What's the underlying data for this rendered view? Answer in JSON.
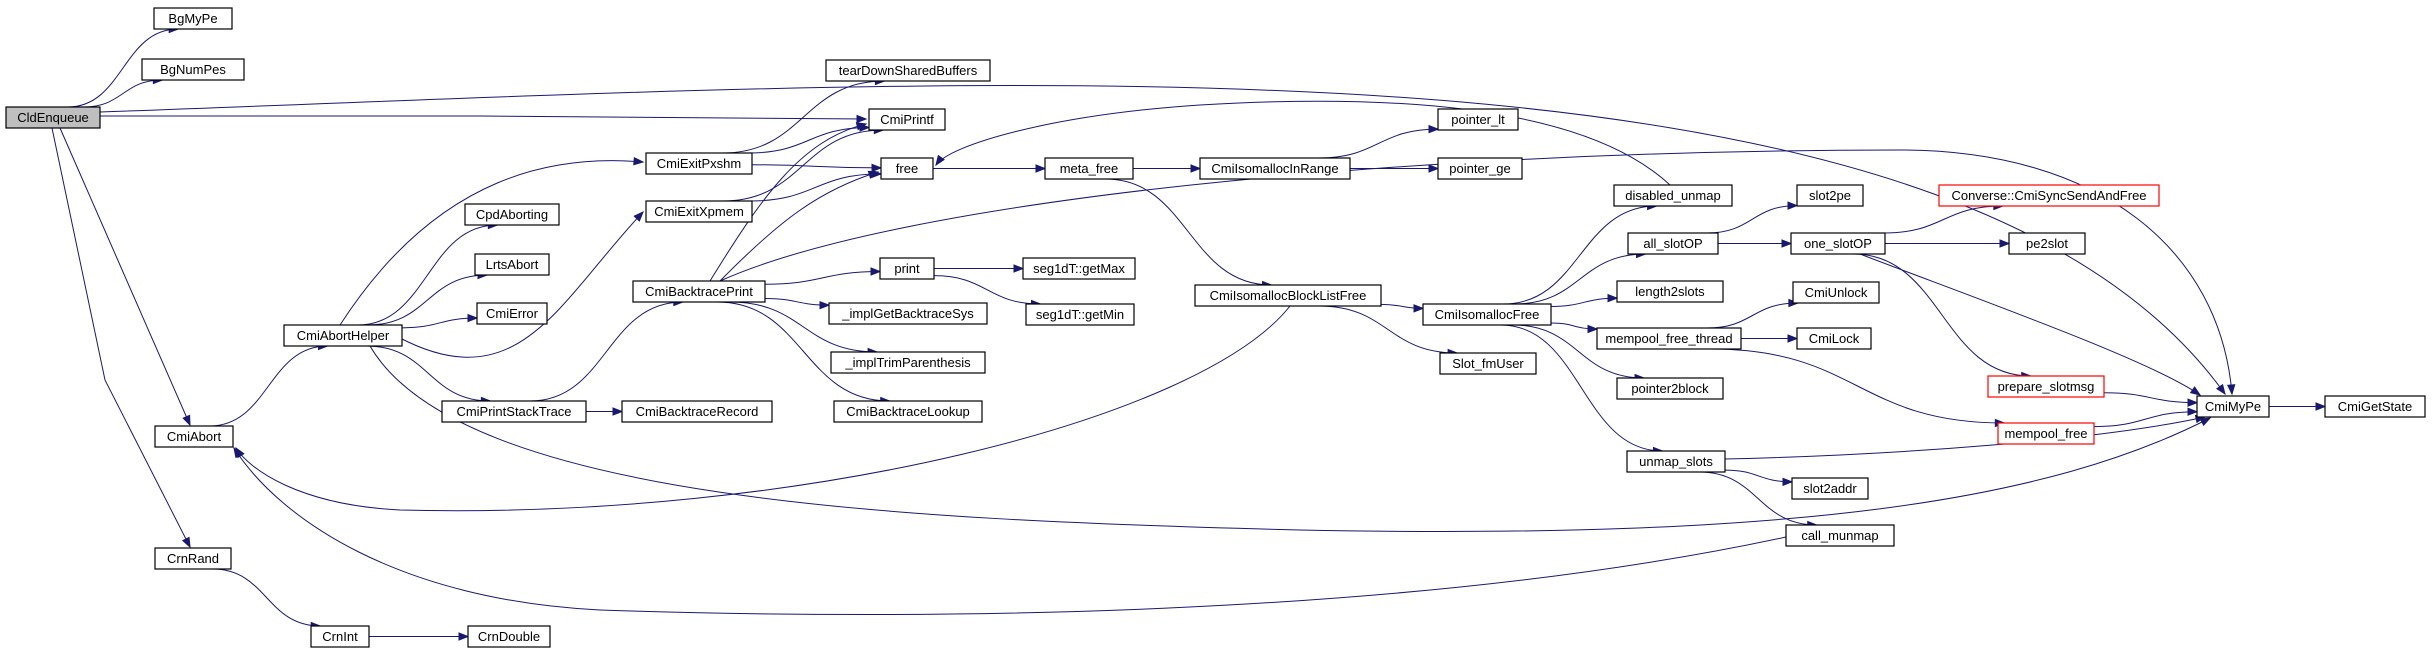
{
  "graph": {
    "root": "CldEnqueue",
    "nodes": [
      {
        "id": "CldEnqueue",
        "label": "CldEnqueue",
        "style": "root"
      },
      {
        "id": "BgMyPe",
        "label": "BgMyPe"
      },
      {
        "id": "BgNumPes",
        "label": "BgNumPes"
      },
      {
        "id": "CmiAbort",
        "label": "CmiAbort"
      },
      {
        "id": "CrnRand",
        "label": "CrnRand"
      },
      {
        "id": "CmiAbortHelper",
        "label": "CmiAbortHelper"
      },
      {
        "id": "CrnInt",
        "label": "CrnInt"
      },
      {
        "id": "CrnDouble",
        "label": "CrnDouble"
      },
      {
        "id": "CpdAborting",
        "label": "CpdAborting"
      },
      {
        "id": "LrtsAbort",
        "label": "LrtsAbort"
      },
      {
        "id": "CmiError",
        "label": "CmiError"
      },
      {
        "id": "CmiExitPxshm",
        "label": "CmiExitPxshm"
      },
      {
        "id": "CmiExitXpmem",
        "label": "CmiExitXpmem"
      },
      {
        "id": "CmiBacktracePrint",
        "label": "CmiBacktracePrint"
      },
      {
        "id": "CmiPrintStackTrace",
        "label": "CmiPrintStackTrace"
      },
      {
        "id": "CmiBacktraceRecord",
        "label": "CmiBacktraceRecord"
      },
      {
        "id": "tearDownSharedBuffers",
        "label": "tearDownSharedBuffers"
      },
      {
        "id": "CmiPrintf",
        "label": "CmiPrintf"
      },
      {
        "id": "free",
        "label": "free"
      },
      {
        "id": "print",
        "label": "print"
      },
      {
        "id": "implGetBacktraceSys",
        "label": "_implGetBacktraceSys"
      },
      {
        "id": "implTrimParenthesis",
        "label": "_implTrimParenthesis"
      },
      {
        "id": "CmiBacktraceLookup",
        "label": "CmiBacktraceLookup"
      },
      {
        "id": "meta_free",
        "label": "meta_free"
      },
      {
        "id": "seg_getMax",
        "label": "seg1dT::getMax"
      },
      {
        "id": "seg_getMin",
        "label": "seg1dT::getMin"
      },
      {
        "id": "CmiIsomallocInRange",
        "label": "CmiIsomallocInRange"
      },
      {
        "id": "pointer_lt",
        "label": "pointer_lt"
      },
      {
        "id": "pointer_ge",
        "label": "pointer_ge"
      },
      {
        "id": "CmiIsomallocBlockListFree",
        "label": "CmiIsomallocBlockListFree"
      },
      {
        "id": "CmiIsomallocFree",
        "label": "CmiIsomallocFree"
      },
      {
        "id": "Slot_fmUser",
        "label": "Slot_fmUser"
      },
      {
        "id": "disabled_unmap",
        "label": "disabled_unmap"
      },
      {
        "id": "all_slotOP",
        "label": "all_slotOP"
      },
      {
        "id": "length2slots",
        "label": "length2slots"
      },
      {
        "id": "mempool_free_thread",
        "label": "mempool_free_thread"
      },
      {
        "id": "pointer2block",
        "label": "pointer2block"
      },
      {
        "id": "unmap_slots",
        "label": "unmap_slots"
      },
      {
        "id": "slot2pe",
        "label": "slot2pe"
      },
      {
        "id": "one_slotOP",
        "label": "one_slotOP"
      },
      {
        "id": "CmiUnlock",
        "label": "CmiUnlock"
      },
      {
        "id": "CmiLock",
        "label": "CmiLock"
      },
      {
        "id": "slot2addr",
        "label": "slot2addr"
      },
      {
        "id": "call_munmap",
        "label": "call_munmap"
      },
      {
        "id": "CmiSyncSendAndFree",
        "label": "Converse::CmiSyncSendAndFree",
        "style": "red"
      },
      {
        "id": "pe2slot",
        "label": "pe2slot"
      },
      {
        "id": "prepare_slotmsg",
        "label": "prepare_slotmsg",
        "style": "red"
      },
      {
        "id": "mempool_free",
        "label": "mempool_free",
        "style": "red"
      },
      {
        "id": "CmiMyPe",
        "label": "CmiMyPe"
      },
      {
        "id": "CmiGetState",
        "label": "CmiGetState"
      }
    ],
    "edges": [
      [
        "CldEnqueue",
        "BgMyPe"
      ],
      [
        "CldEnqueue",
        "BgNumPes"
      ],
      [
        "CldEnqueue",
        "CmiPrintf"
      ],
      [
        "CldEnqueue",
        "CmiAbort"
      ],
      [
        "CldEnqueue",
        "CrnRand"
      ],
      [
        "CldEnqueue",
        "CmiMyPe"
      ],
      [
        "CmiAbort",
        "CmiAbortHelper"
      ],
      [
        "CrnRand",
        "CrnInt"
      ],
      [
        "CrnInt",
        "CrnDouble"
      ],
      [
        "CmiAbortHelper",
        "CmiExitPxshm"
      ],
      [
        "CmiAbortHelper",
        "CpdAborting"
      ],
      [
        "CmiAbortHelper",
        "LrtsAbort"
      ],
      [
        "CmiAbortHelper",
        "CmiError"
      ],
      [
        "CmiAbortHelper",
        "CmiExitXpmem"
      ],
      [
        "CmiAbortHelper",
        "CmiPrintStackTrace"
      ],
      [
        "CmiAbortHelper",
        "CmiMyPe"
      ],
      [
        "CmiExitPxshm",
        "tearDownSharedBuffers"
      ],
      [
        "CmiExitPxshm",
        "CmiPrintf"
      ],
      [
        "CmiExitPxshm",
        "free"
      ],
      [
        "CmiExitXpmem",
        "CmiPrintf"
      ],
      [
        "CmiExitXpmem",
        "free"
      ],
      [
        "CmiPrintStackTrace",
        "CmiBacktracePrint"
      ],
      [
        "CmiPrintStackTrace",
        "CmiBacktraceRecord"
      ],
      [
        "CmiBacktracePrint",
        "CmiPrintf"
      ],
      [
        "CmiBacktracePrint",
        "free"
      ],
      [
        "CmiBacktracePrint",
        "print"
      ],
      [
        "CmiBacktracePrint",
        "implGetBacktraceSys"
      ],
      [
        "CmiBacktracePrint",
        "implTrimParenthesis"
      ],
      [
        "CmiBacktracePrint",
        "CmiBacktraceLookup"
      ],
      [
        "CmiBacktracePrint",
        "CmiMyPe"
      ],
      [
        "print",
        "seg_getMax"
      ],
      [
        "print",
        "seg_getMin"
      ],
      [
        "free",
        "meta_free"
      ],
      [
        "meta_free",
        "CmiIsomallocInRange"
      ],
      [
        "meta_free",
        "CmiIsomallocBlockListFree"
      ],
      [
        "CmiIsomallocInRange",
        "pointer_lt"
      ],
      [
        "CmiIsomallocInRange",
        "pointer_ge"
      ],
      [
        "CmiIsomallocBlockListFree",
        "CmiIsomallocFree"
      ],
      [
        "CmiIsomallocBlockListFree",
        "Slot_fmUser"
      ],
      [
        "CmiIsomallocBlockListFree",
        "CmiAbort"
      ],
      [
        "CmiIsomallocFree",
        "disabled_unmap"
      ],
      [
        "CmiIsomallocFree",
        "all_slotOP"
      ],
      [
        "CmiIsomallocFree",
        "length2slots"
      ],
      [
        "CmiIsomallocFree",
        "mempool_free_thread"
      ],
      [
        "CmiIsomallocFree",
        "pointer2block"
      ],
      [
        "CmiIsomallocFree",
        "unmap_slots"
      ],
      [
        "disabled_unmap",
        "free"
      ],
      [
        "all_slotOP",
        "slot2pe"
      ],
      [
        "all_slotOP",
        "one_slotOP"
      ],
      [
        "one_slotOP",
        "CmiSyncSendAndFree"
      ],
      [
        "one_slotOP",
        "pe2slot"
      ],
      [
        "one_slotOP",
        "prepare_slotmsg"
      ],
      [
        "one_slotOP",
        "CmiMyPe"
      ],
      [
        "mempool_free_thread",
        "CmiUnlock"
      ],
      [
        "mempool_free_thread",
        "CmiLock"
      ],
      [
        "mempool_free_thread",
        "mempool_free"
      ],
      [
        "prepare_slotmsg",
        "CmiMyPe"
      ],
      [
        "mempool_free",
        "CmiMyPe"
      ],
      [
        "unmap_slots",
        "CmiMyPe"
      ],
      [
        "unmap_slots",
        "slot2addr"
      ],
      [
        "unmap_slots",
        "call_munmap"
      ],
      [
        "call_munmap",
        "CmiAbort"
      ],
      [
        "CmiMyPe",
        "CmiGetState"
      ]
    ]
  },
  "colors": {
    "edge": "#191970",
    "node_border": "#000000",
    "root_fill": "#bfbfbf",
    "highlight_border": "#ff0000",
    "background": "#ffffff"
  }
}
